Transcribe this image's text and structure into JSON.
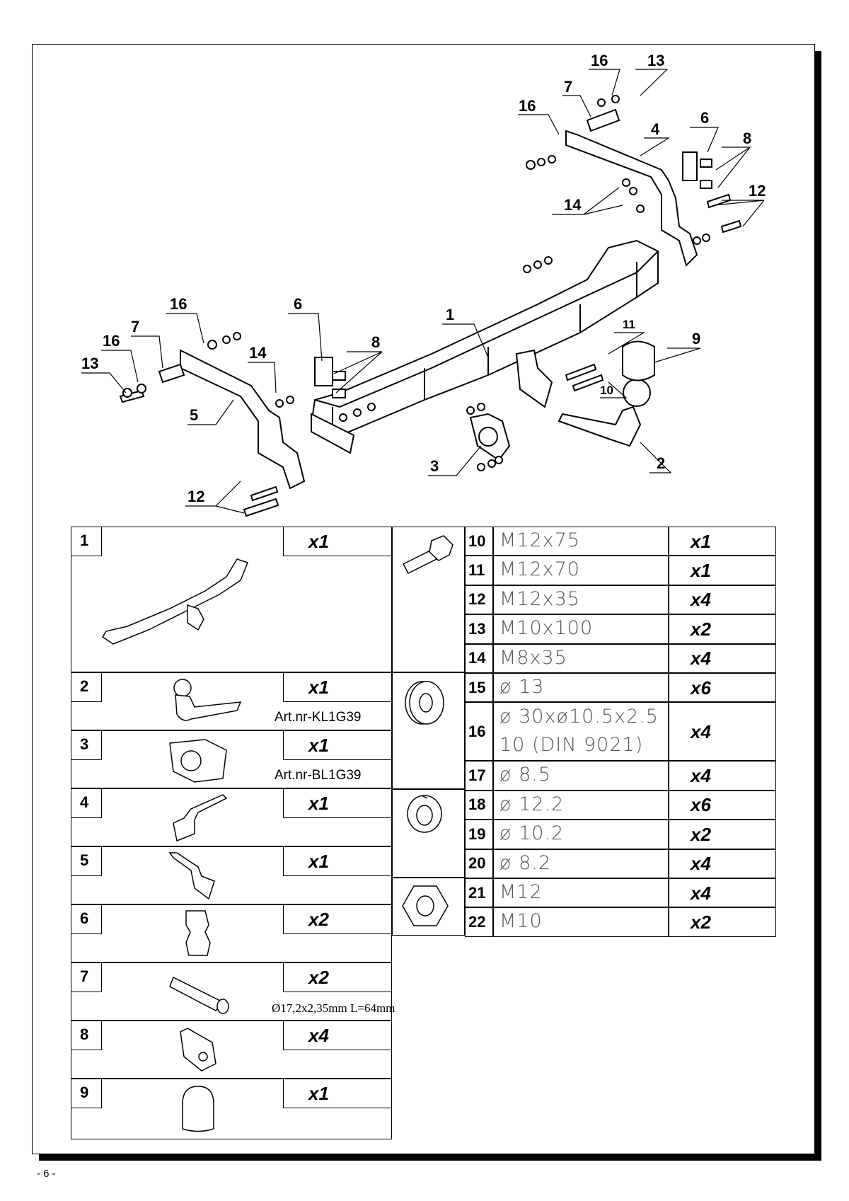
{
  "diagram": {
    "callouts": [
      "16",
      "13",
      "7",
      "16",
      "4",
      "6",
      "8",
      "14",
      "12",
      "16",
      "6",
      "1",
      "16",
      "7",
      "8",
      "14",
      "13",
      "11",
      "9",
      "5",
      "10",
      "3",
      "2",
      "12"
    ]
  },
  "parts_left": [
    {
      "num": "1",
      "qty": "x1"
    },
    {
      "num": "2",
      "qty": "x1",
      "art": "Art.nr-KL1G39"
    },
    {
      "num": "3",
      "qty": "x1",
      "art": "Art.nr-BL1G39"
    },
    {
      "num": "4",
      "qty": "x1"
    },
    {
      "num": "5",
      "qty": "x1"
    },
    {
      "num": "6",
      "qty": "x2"
    },
    {
      "num": "7",
      "qty": "x2",
      "dim": "Ø17,2x2,35mm L=64mm"
    },
    {
      "num": "8",
      "qty": "x4"
    },
    {
      "num": "9",
      "qty": "x1"
    }
  ],
  "parts_right": [
    {
      "num": "10",
      "spec": "M12x75",
      "qty": "x1"
    },
    {
      "num": "11",
      "spec": "M12x70",
      "qty": "x1"
    },
    {
      "num": "12",
      "spec": "M12x35",
      "qty": "x4"
    },
    {
      "num": "13",
      "spec": "M10x100",
      "qty": "x2"
    },
    {
      "num": "14",
      "spec": "M8x35",
      "qty": "x4"
    },
    {
      "num": "15",
      "spec": "ø 13",
      "qty": "x6"
    },
    {
      "num": "16",
      "spec": "ø 30xø10.5x2.5",
      "spec2": "10  (DIN 9021)",
      "qty": "x4"
    },
    {
      "num": "17",
      "spec": "ø 8.5",
      "qty": "x4"
    },
    {
      "num": "18",
      "spec": "ø 12.2",
      "qty": "x6"
    },
    {
      "num": "19",
      "spec": "ø 10.2",
      "qty": "x2"
    },
    {
      "num": "20",
      "spec": "ø 8.2",
      "qty": "x4"
    },
    {
      "num": "21",
      "spec": "M12",
      "qty": "x4"
    },
    {
      "num": "22",
      "spec": "M10",
      "qty": "x2"
    }
  ],
  "footer": {
    "page": "- 6 -"
  }
}
